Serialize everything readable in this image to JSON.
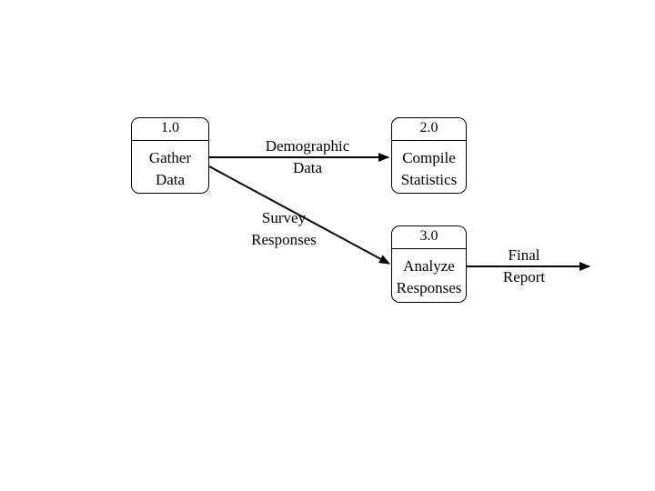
{
  "processes": [
    {
      "id": "gather",
      "number": "1.0",
      "name_line1": "Gather",
      "name_line2": "Data"
    },
    {
      "id": "compile",
      "number": "2.0",
      "name_line1": "Compile",
      "name_line2": "Statistics"
    },
    {
      "id": "analyze",
      "number": "3.0",
      "name_line1": "Analyze",
      "name_line2": "Responses"
    }
  ],
  "flows": {
    "demographic": {
      "line1": "Demographic",
      "line2": "Data"
    },
    "survey": {
      "line1": "Survey",
      "line2": "Responses"
    },
    "report": {
      "line1": "Final",
      "line2": "Report"
    }
  },
  "colors": {
    "stroke": "#000000",
    "background": "#ffffff"
  }
}
